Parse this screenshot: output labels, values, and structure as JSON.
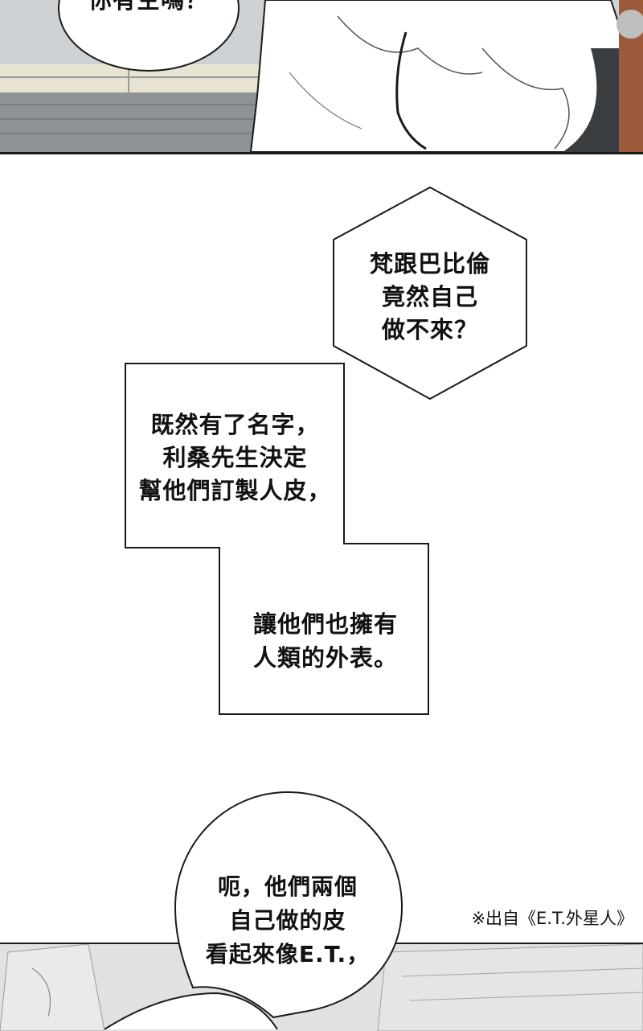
{
  "top_bubble": {
    "text": "你有空嗎？"
  },
  "hexagon_bubble": {
    "lines": "梵跟巴比倫\n竟然自己\n做不來？"
  },
  "narration_box": {
    "upper_text": "既然有了名字，\n利桑先生決定\n幫他們訂製人皮，",
    "lower_text": "讓他們也擁有\n人類的外表。"
  },
  "bottom_bubble": {
    "lines": "呃，他們兩個\n自己做的皮\n看起來像E.T.，"
  },
  "footnote": {
    "text": "※出自《E.T.外星人》"
  },
  "colors": {
    "ink": "#1a1a1a",
    "panel_gray": "#c9cdd0",
    "sky": "#e8e4d2"
  }
}
